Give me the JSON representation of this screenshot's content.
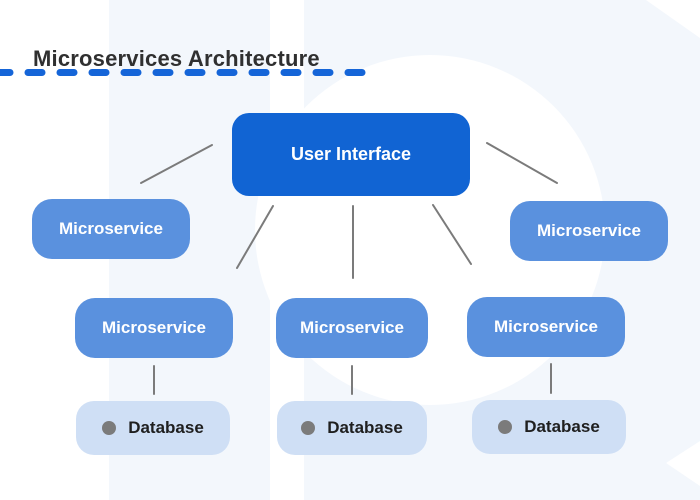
{
  "header": {
    "title": "Microservices Architecture"
  },
  "nodes": {
    "user_interface": "User Interface",
    "microservices": [
      "Microservice",
      "Microservice",
      "Microservice",
      "Microservice",
      "Microservice"
    ],
    "databases": [
      "Database",
      "Database",
      "Database"
    ]
  },
  "icons": {
    "database_bullet": "circle-bullet-icon"
  },
  "colors": {
    "primary_blue": "#1164d3",
    "microservice_blue": "#5a91de",
    "database_blue": "#cfdff5",
    "background_tint": "#f3f7fc",
    "connector_gray": "#7b7b7b",
    "dashed_accent_blue": "#1565d8",
    "title_text": "#303030",
    "database_text": "#1f1f1f",
    "bullet_gray": "#7b7b7b"
  }
}
